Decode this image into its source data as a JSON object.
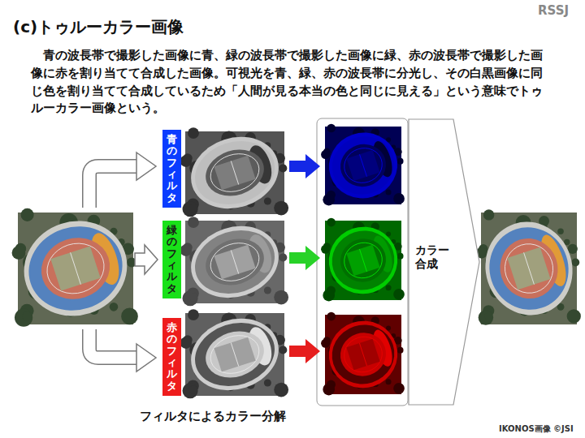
{
  "diagram": {
    "title": "(c)トゥルーカラー画像",
    "nodes": [
      {
        "text": [
          "青のフィルタ"
        ]
      },
      {
        "text": [
          "緑のフィルタ"
        ]
      },
      {
        "text": [
          "赤のフィルタ"
        ]
      },
      {
        "text": [
          "カラー合成"
        ]
      }
    ],
    "labels": [
      "RSSJ",
      "青の波長帯で撮影した画像に青、緑の波長帯で撮影した画像に緑、赤の波長帯で撮影した画像に赤を割り当てて合成した画像。可視光を青、緑、赤の波長帯に分光し、その白黒画像に同じ色を割り当てて合成しているため「人間が見る本当の色と同じに見える」という意味でトゥルーカラー画像という。",
      "フィルタによるカラー分解",
      "IKONOS画像 ©JSI"
    ]
  }
}
